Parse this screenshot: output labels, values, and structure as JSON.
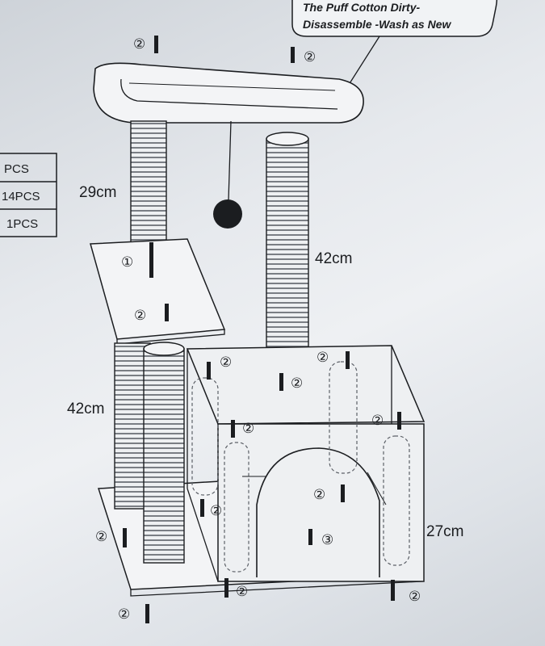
{
  "parts_table": {
    "rows": [
      "PCS",
      "14PCS",
      "1PCS"
    ]
  },
  "callout": {
    "line1": "The Puff Cotton Dirty-",
    "line2": "Disassemble -Wash as New"
  },
  "dimensions": {
    "top_post": "29cm",
    "tall_post": "42cm",
    "left_post": "42cm",
    "box_height": "27cm"
  },
  "markers": {
    "screw": "②",
    "bolt": "①",
    "nut": "③"
  },
  "colors": {
    "ink": "#1b1d20",
    "paper": "#e9ecef",
    "sisal": "#5d6168"
  }
}
